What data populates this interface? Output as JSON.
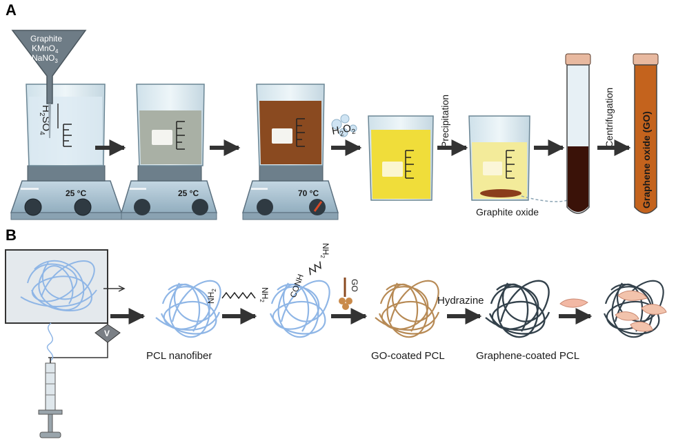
{
  "panel_a": {
    "letter": "A",
    "funnel": {
      "line1": "Graphite",
      "line2": "KMnO",
      "line2_sub": "4",
      "line3": "NaNO",
      "line3_sub": "3"
    },
    "acid": {
      "main": "H",
      "sub1": "2",
      "mid": "SO",
      "sub2": "4"
    },
    "temp1": "25 °C",
    "temp2": "25 °C",
    "temp3": "70 °C",
    "h2o2": {
      "h": "H",
      "sub1": "2",
      "o": "O",
      "sub2": "2"
    },
    "precipitation": "Precipitation",
    "centrifugation": "Centrifugation",
    "graphite_oxide": "Graphite oxide",
    "graphene_oxide": "Graphene oxide (GO)"
  },
  "panel_b": {
    "letter": "B",
    "voltage": "V",
    "pcl_nanofiber": "PCL nanofiber",
    "nh2_a": {
      "n": "NH",
      "sub": "2"
    },
    "nh2_b": {
      "n": "NH",
      "sub": "2"
    },
    "conh": "CONH",
    "nh2_c": {
      "n": "NH",
      "sub": "2"
    },
    "go_tag": "GO",
    "go_coated": "GO-coated PCL",
    "hydrazine": "Hydrazine",
    "graphene_coated": "Graphene-coated PCL"
  },
  "colors": {
    "hotplate": "#a9c3d3",
    "beaker_glass": "#dbe9ef",
    "gray_liquid": "#a9b0a5",
    "brown_liquid": "#8a4a20",
    "yellow_liquid": "#f0dd3a",
    "dark_brown": "#3a1208",
    "go_orange": "#c4631d",
    "fiber_blue": "#8fb6e6",
    "fiber_gold": "#b78a55",
    "fiber_dark": "#33414b",
    "arrow": "#333333"
  }
}
